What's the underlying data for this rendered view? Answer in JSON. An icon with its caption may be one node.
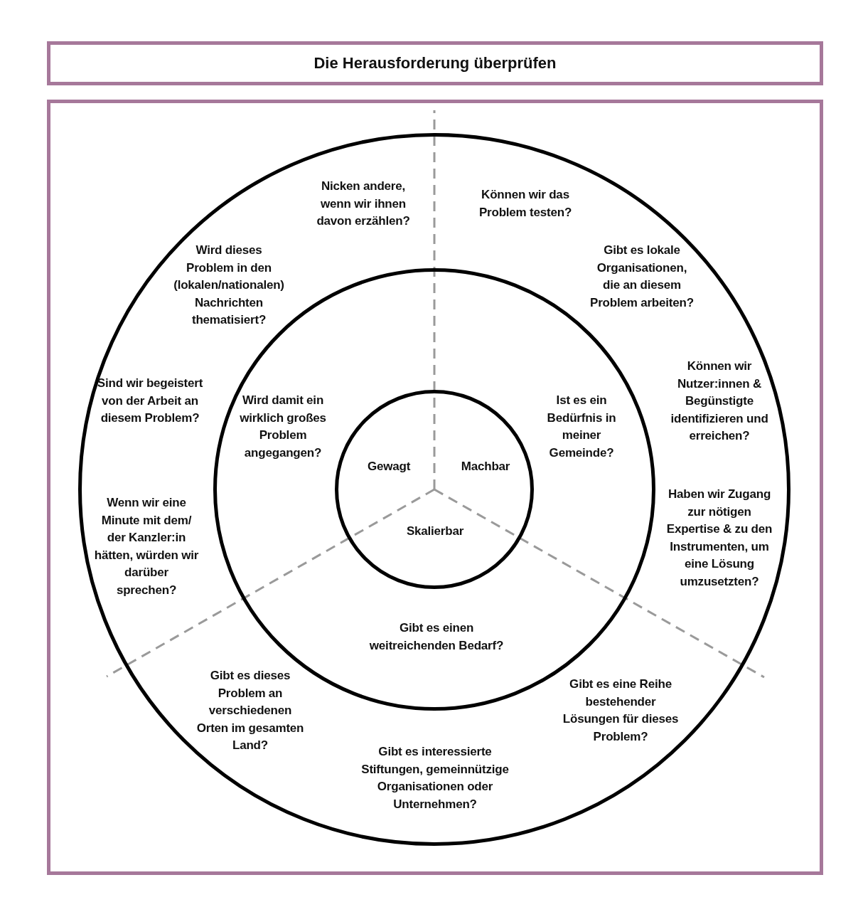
{
  "diagram": {
    "nodes": [
      {
        "text": [
          "Die Herausforderung überprüfen"
        ]
      },
      {
        "text": [
          "Gewagt",
          "Machbar",
          "Skalierbar"
        ]
      }
    ],
    "labels": [
      "Nicken andere, wenn wir ihnen davon erzählen?",
      "Können wir das Problem testen?",
      "Wird dieses Problem in den (lokalen/nationalen) Nachrichten thematisiert?",
      "Gibt es lokale Organisationen, die an diesem Problem arbeiten?",
      "Können wir Nutzer:innen & Begünstigte identifizieren und erreichen?",
      "Sind wir begeistert von der Arbeit an diesem Problem?",
      "Wird damit ein wirklich großes Problem angegangen?",
      "Ist es ein Bedürfnis in meiner Gemeinde?",
      "Wenn wir eine Minute mit dem/ der Kanzler:in hätten, würden wir darüber sprechen?",
      "Haben wir Zugang zur nötigen Expertise & zu den Instrumenten, um eine Lösung umzusetzten?",
      "Gibt es einen weitreichenden Bedarf?",
      "Gibt es dieses Problem an verschiedenen Orten im gesamten Land?",
      "Gibt es eine Reihe bestehender Lösungen für dieses Problem?",
      "Gibt es interessierte Stiftungen, gemeinnützige Organisationen oder Unternehmen?"
    ]
  }
}
